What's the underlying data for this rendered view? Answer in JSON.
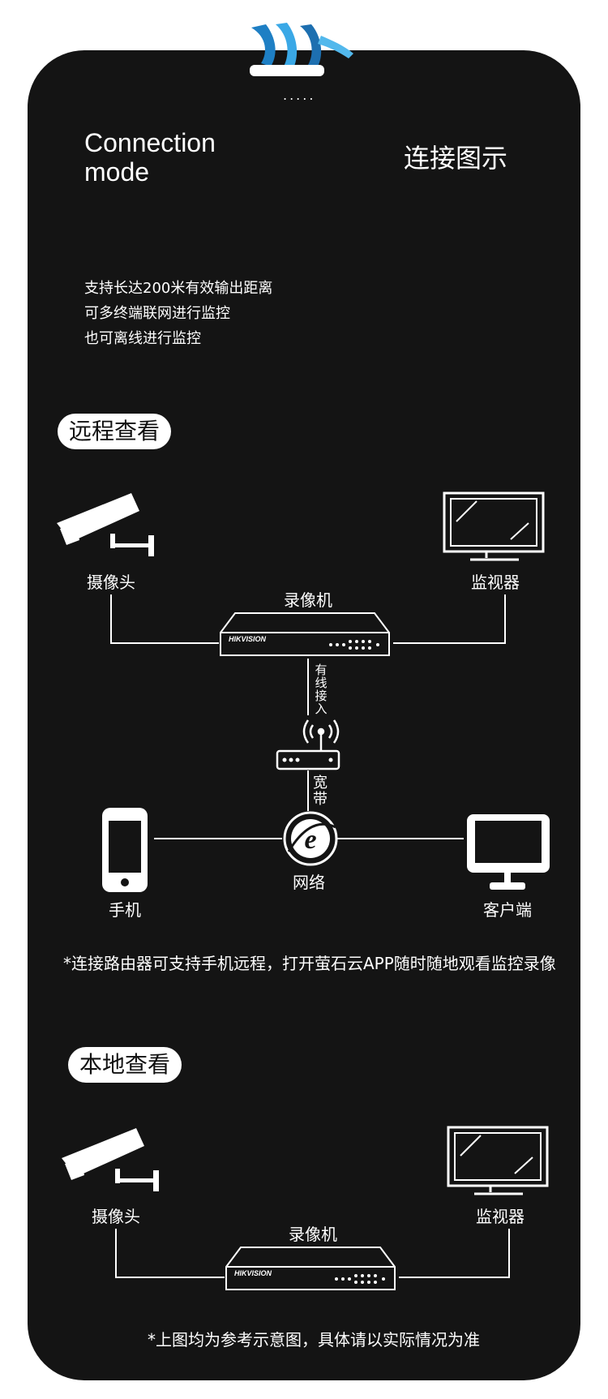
{
  "header": {
    "title_en": "Connection mode",
    "title_cn": "连接图示",
    "dots": "....."
  },
  "description": {
    "lines": [
      "支持长达200米有效输出距离",
      "可多终端联网进行监控",
      "也可离线进行监控"
    ]
  },
  "remote": {
    "tag": "远程查看",
    "camera": "摄像头",
    "monitor": "监视器",
    "recorder": "录像机",
    "wired_access": [
      "有",
      "线",
      "接",
      "入"
    ],
    "broadband": [
      "宽",
      "带"
    ],
    "network": "网络",
    "phone": "手机",
    "client": "客户端",
    "note": "*连接路由器可支持手机远程，打开萤石云APP随时随地观看监控录像"
  },
  "local": {
    "tag": "本地查看",
    "camera": "摄像头",
    "monitor": "监视器",
    "recorder": "录像机",
    "note": "*上图均为参考示意图，具体请以实际情况为准"
  },
  "brand": "HIKVISION",
  "icons": [
    "deco-ribbon",
    "cctv-camera-icon",
    "monitor-icon",
    "nvr-icon",
    "router-icon",
    "internet-icon",
    "phone-icon",
    "desktop-icon"
  ],
  "colors": {
    "background": "#141414",
    "foreground": "#ffffff",
    "accent": "#2a9fd8"
  }
}
